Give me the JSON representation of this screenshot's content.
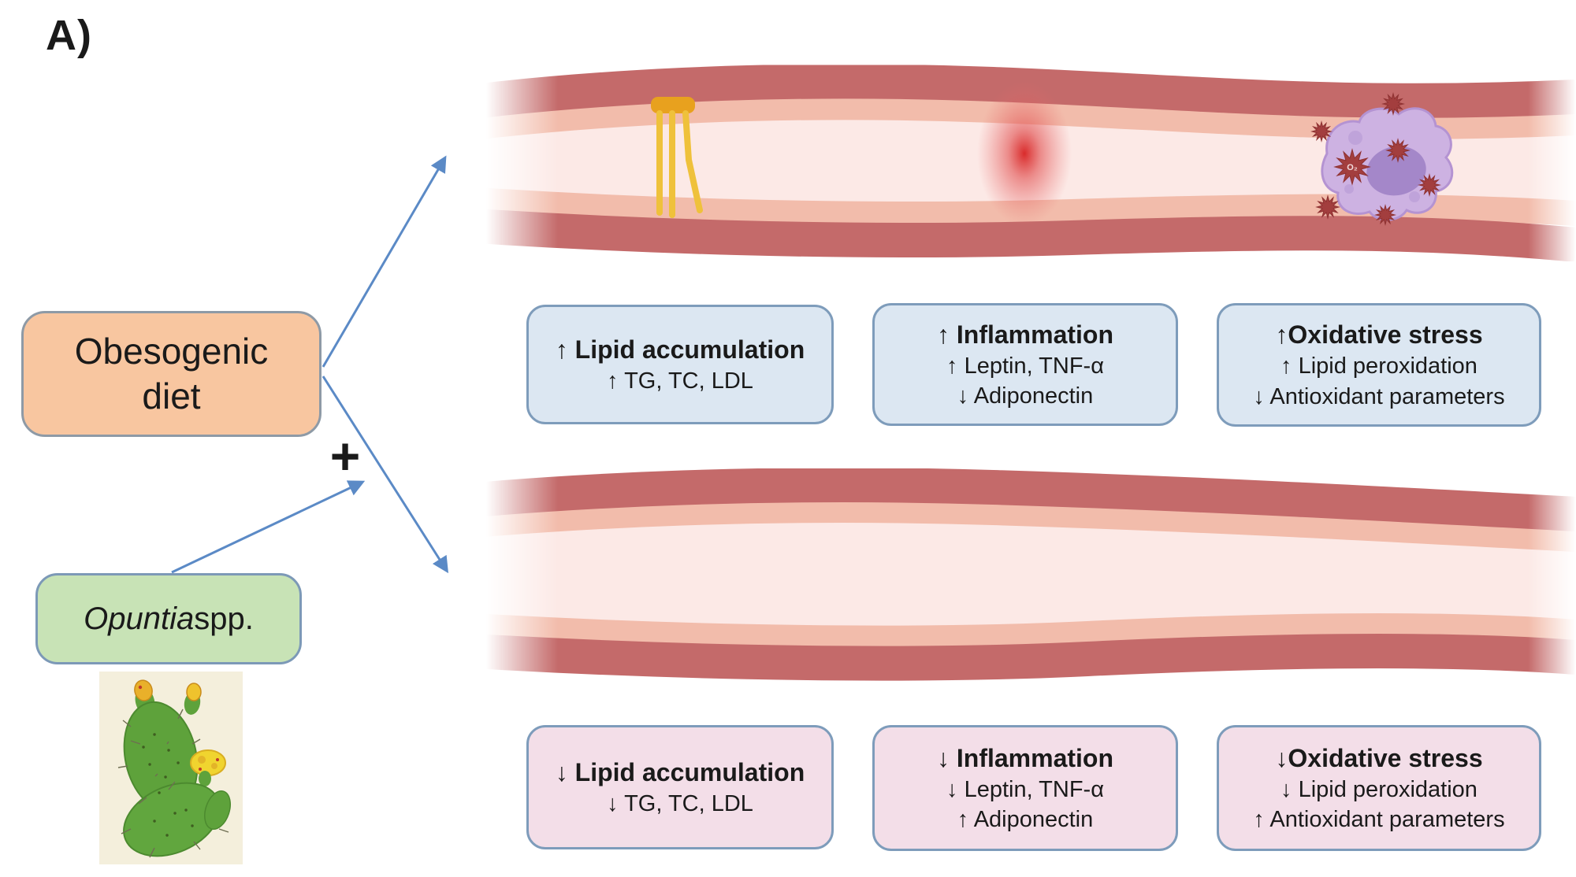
{
  "panel_label": "A)",
  "inputs": {
    "obesogenic_diet": {
      "line1": "Obesogenic",
      "line2": "diet"
    },
    "plus_sign": "+",
    "supplement": {
      "genus": "Opuntia",
      "suffix": " spp."
    }
  },
  "top_outcomes": [
    {
      "title": "↑ Lipid accumulation",
      "lines": [
        "↑ TG, TC, LDL"
      ]
    },
    {
      "title": "↑ Inflammation",
      "lines": [
        "↑ Leptin, TNF-α",
        "↓ Adiponectin"
      ]
    },
    {
      "title": "↑Oxidative stress",
      "lines": [
        "↑ Lipid peroxidation",
        "↓ Antioxidant parameters"
      ]
    }
  ],
  "bottom_outcomes": [
    {
      "title": "↓ Lipid accumulation",
      "lines": [
        "↓ TG, TC, LDL"
      ]
    },
    {
      "title": "↓ Inflammation",
      "lines": [
        "↓ Leptin, TNF-α",
        "↑ Adiponectin"
      ]
    },
    {
      "title": "↓Oxidative stress",
      "lines": [
        "↓ Lipid peroxidation",
        "↑ Antioxidant parameters"
      ]
    }
  ],
  "icons": {
    "top_vessel": "blood-vessel-with-lipid-inflammation-oxidative-stress",
    "bottom_vessel": "healthy-blood-vessel",
    "lipid_icon": "lipid-molecule",
    "inflammation_icon": "red-inflammation-glow",
    "macrophage_icon": "purple-immune-cell-with-ros-particles",
    "ros_label": "O₂",
    "cactus": "opuntia-prickly-pear-cactus"
  },
  "colors": {
    "diet_box_fill": "#F8C6A0",
    "diet_box_border": "#8E9AA6",
    "supplement_box_fill": "#C8E3B6",
    "supplement_box_border": "#7C99B7",
    "info_box_blue_fill": "#DCE7F2",
    "info_box_pink_fill": "#F3DEE8",
    "info_box_border": "#7E9CBB",
    "arrow_blue": "#5B8AC6",
    "vessel_wall": "#C46A6A",
    "vessel_lining": "#F2BCAB",
    "vessel_lumen": "#FCE9E6",
    "lipid_icon_orange": "#E8A11E",
    "lipid_icon_tail": "#EFC13B",
    "inflammation_red": "#DC2F2F",
    "cell_purple": "#CDB2E2",
    "cell_nucleus_purple": "#A487C9",
    "ros_dark_red": "#A33E3E",
    "text_color": "#1A1A1A"
  }
}
